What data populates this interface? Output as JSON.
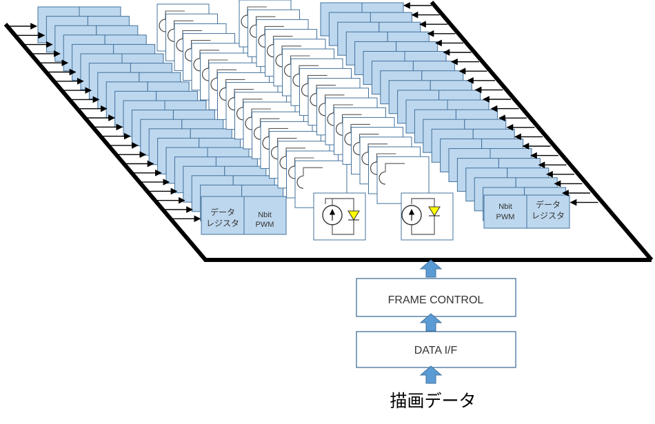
{
  "left_register": {
    "line1": "データ",
    "line2": "レジスタ",
    "pwm_line1": "Nbit",
    "pwm_line2": "PWM"
  },
  "right_register": {
    "pwm_line1": "Nbit",
    "pwm_line2": "PWM",
    "line1": "データ",
    "line2": "レジスタ"
  },
  "frame_control": {
    "label": "FRAME CONTROL"
  },
  "data_if": {
    "label": "DATA I/F"
  },
  "input_caption": "描画データ",
  "colors": {
    "register_fill": "#bdd7ee",
    "border": "#41719c",
    "arrow_fill": "#5b9bd5",
    "led": "#ffff00"
  }
}
